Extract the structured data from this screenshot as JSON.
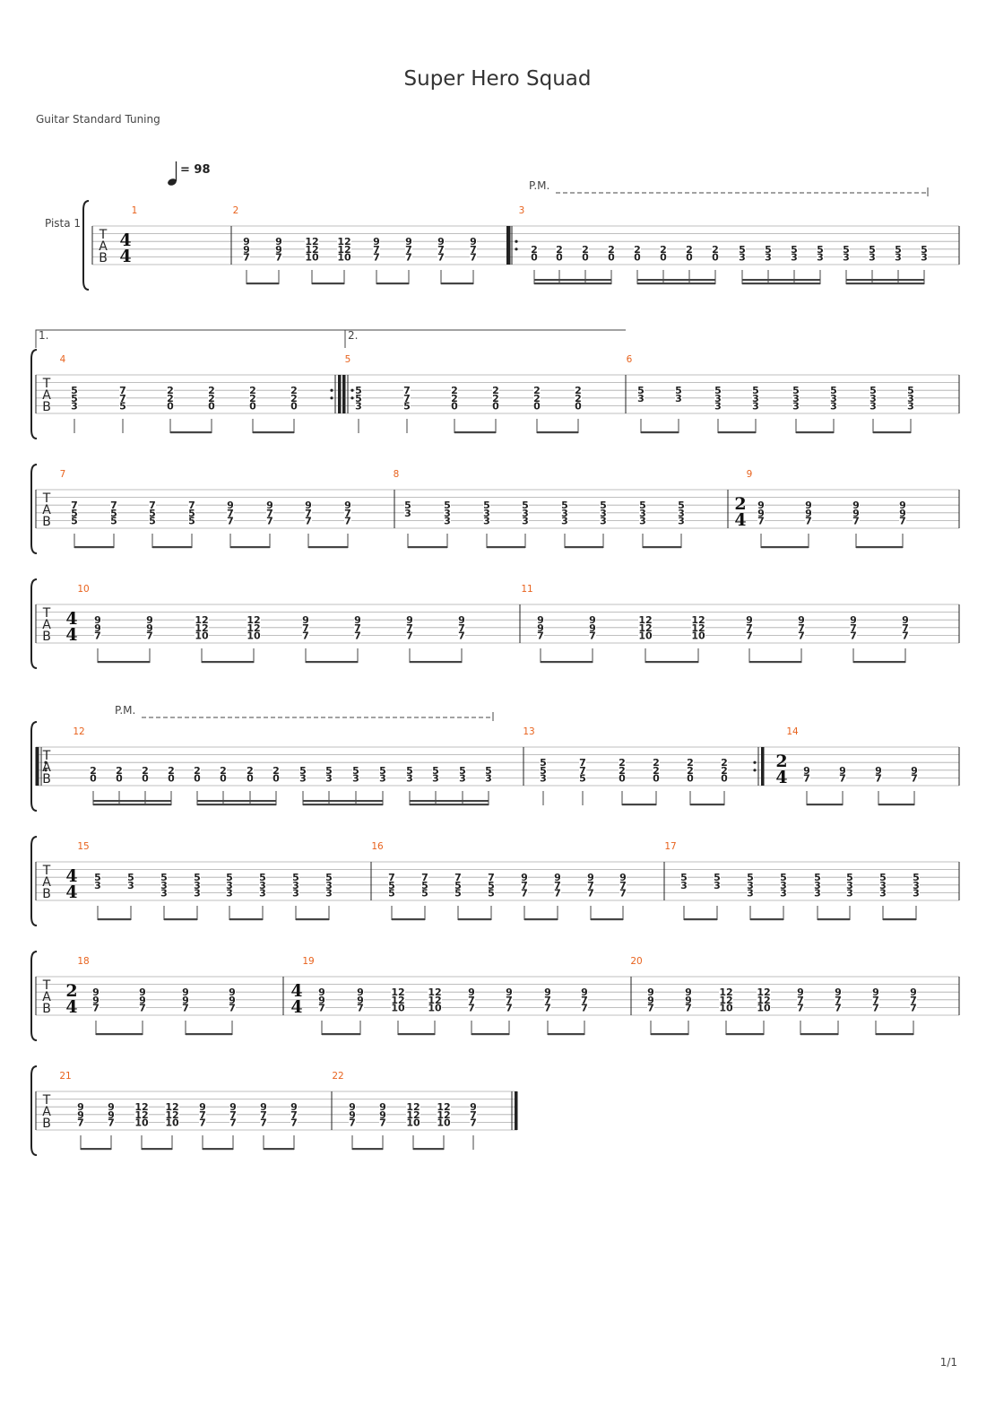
{
  "title": "Super Hero Squad",
  "tuning": "Guitar Standard Tuning",
  "track_name": "Pista 1",
  "tempo": {
    "icon": "quarter-note-icon",
    "text": "= 98"
  },
  "page_number": "1/1",
  "tab_clef": [
    "T",
    "A",
    "B"
  ],
  "palm_mute_label": "P.M.",
  "volta_labels": [
    "1.",
    "2."
  ],
  "measure_numbers": [
    "1",
    "2",
    "3",
    "4",
    "5",
    "6",
    "7",
    "8",
    "9",
    "10",
    "11",
    "12",
    "13",
    "14",
    "15",
    "16",
    "17",
    "18",
    "19",
    "20",
    "21",
    "22"
  ],
  "time_signatures": [
    "4/4",
    "2/4",
    "4/4",
    "2/4",
    "4/4",
    "2/4",
    "4/4"
  ],
  "measures": {
    "m2": [
      [
        "9",
        "9",
        "7"
      ],
      [
        "9",
        "9",
        "7"
      ],
      [
        "12",
        "12",
        "10"
      ],
      [
        "12",
        "12",
        "10"
      ],
      [
        "9",
        "7",
        "7"
      ],
      [
        "9",
        "7",
        "7"
      ],
      [
        "9",
        "7",
        "7"
      ],
      [
        "9",
        "7",
        "7"
      ]
    ],
    "m3": [
      "2 0 x8",
      "5 3 x8"
    ],
    "m4": [
      [
        "5",
        "5",
        "3"
      ],
      [
        "7",
        "7",
        "5"
      ],
      [
        "2",
        "2",
        "0"
      ],
      [
        "2",
        "2",
        "0"
      ],
      [
        "2",
        "2",
        "0"
      ],
      [
        "2",
        "2",
        "0"
      ]
    ],
    "m5": [
      [
        "5",
        "5",
        "3"
      ],
      [
        "7",
        "7",
        "5"
      ],
      [
        "2",
        "2",
        "0"
      ],
      [
        "2",
        "2",
        "0"
      ],
      [
        "2",
        "2",
        "0"
      ],
      [
        "2",
        "2",
        "0"
      ]
    ],
    "m6": [
      [
        "5",
        "3"
      ],
      [
        "5",
        "3"
      ],
      [
        "5",
        "3",
        "3"
      ],
      [
        "5",
        "3",
        "3"
      ],
      [
        "5",
        "3",
        "3"
      ],
      [
        "5",
        "3",
        "3"
      ],
      [
        "5",
        "3",
        "3"
      ],
      [
        "5",
        "3",
        "3"
      ]
    ],
    "m7": [
      [
        "7",
        "5",
        "5"
      ],
      [
        "7",
        "5",
        "5"
      ],
      [
        "7",
        "5",
        "5"
      ],
      [
        "7",
        "5",
        "5"
      ],
      [
        "9",
        "7",
        "7"
      ],
      [
        "9",
        "7",
        "7"
      ],
      [
        "9",
        "7",
        "7"
      ],
      [
        "9",
        "7",
        "7"
      ]
    ],
    "m8": [
      [
        "5",
        "3"
      ],
      [
        "5",
        "3",
        "3"
      ],
      [
        "5",
        "3",
        "3"
      ],
      [
        "5",
        "3",
        "3"
      ],
      [
        "5",
        "3",
        "3"
      ],
      [
        "5",
        "3",
        "3"
      ],
      [
        "5",
        "3",
        "3"
      ],
      [
        "5",
        "3",
        "3"
      ]
    ],
    "m9": [
      [
        "9",
        "9",
        "7"
      ],
      [
        "9",
        "9",
        "7"
      ],
      [
        "9",
        "9",
        "7"
      ],
      [
        "9",
        "9",
        "7"
      ]
    ],
    "m12": [
      "2 0 x8",
      "5 3 x8"
    ],
    "m13": [
      [
        "5",
        "5",
        "3"
      ],
      [
        "7",
        "7",
        "5"
      ],
      [
        "2",
        "2",
        "0"
      ],
      [
        "2",
        "2",
        "0"
      ],
      [
        "2",
        "2",
        "0"
      ],
      [
        "2",
        "2",
        "0"
      ]
    ],
    "m14": [
      [
        "9",
        "7"
      ],
      [
        "9",
        "7"
      ],
      [
        "9",
        "7"
      ],
      [
        "9",
        "7"
      ]
    ],
    "m22": [
      [
        "9",
        "9",
        "7"
      ],
      [
        "9",
        "9",
        "7"
      ],
      [
        "12",
        "12",
        "10"
      ],
      [
        "12",
        "12",
        "10"
      ],
      [
        "9",
        "7",
        "7"
      ]
    ]
  }
}
